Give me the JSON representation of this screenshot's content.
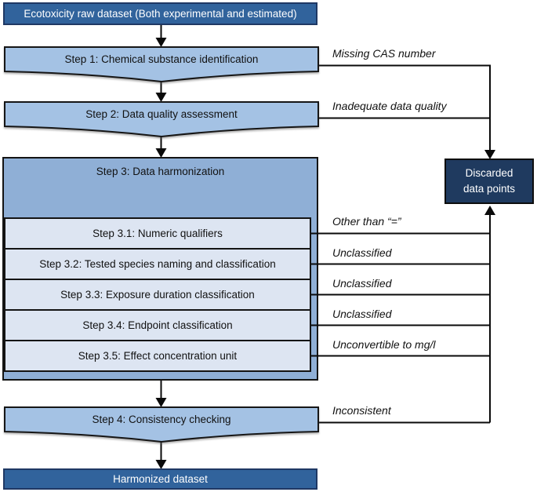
{
  "colors": {
    "dark_box_fill": "#31639C",
    "dark_box_border": "#1F3864",
    "light_box_fill": "#A4C2E4",
    "container_fill": "#8FAFD6",
    "substep_fill": "#DDE5F2",
    "discard_fill": "#1F3A5F",
    "line": "#0a0a0a"
  },
  "source_box": {
    "label": "Ecotoxicity raw dataset (Both experimental and estimated)"
  },
  "step1": {
    "label": "Step 1: Chemical substance identification",
    "annotation": "Missing CAS number"
  },
  "step2": {
    "label": "Step 2: Data quality assessment",
    "annotation": "Inadequate data quality"
  },
  "step3": {
    "label": "Step 3: Data harmonization",
    "substeps": [
      {
        "label": "Step 3.1: Numeric qualifiers",
        "annotation": "Other than “=”"
      },
      {
        "label": "Step 3.2: Tested species naming and classification",
        "annotation": "Unclassified"
      },
      {
        "label": "Step 3.3: Exposure duration classification",
        "annotation": "Unclassified"
      },
      {
        "label": "Step 3.4: Endpoint classification",
        "annotation": "Unclassified"
      },
      {
        "label": "Step 3.5: Effect concentration unit",
        "annotation": "Unconvertible to mg/l"
      }
    ]
  },
  "step4": {
    "label": "Step 4: Consistency checking",
    "annotation": "Inconsistent"
  },
  "discarded_box": {
    "label": "Discarded data points"
  },
  "result_box": {
    "label": "Harmonized dataset"
  }
}
